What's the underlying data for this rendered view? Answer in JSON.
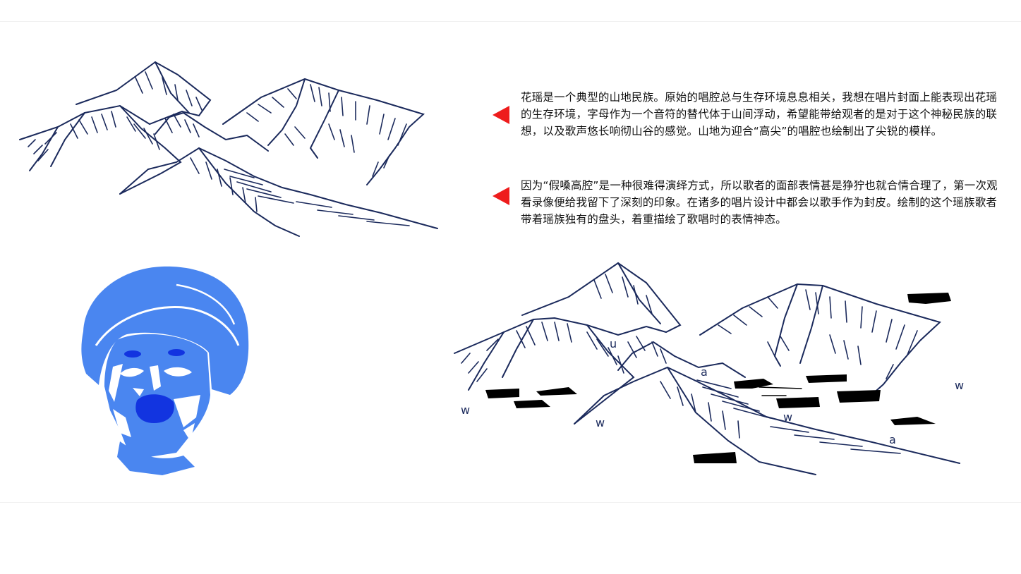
{
  "paragraphs": [
    "花瑶是一个典型的山地民族。原始的唱腔总与生存环境息息相关，我想在唱片封面上能表现出花瑶的生存环境，字母作为一个音符的替代体于山间浮动，希望能带给观者的是对于这个神秘民族的联想，以及歌声悠长响彻山谷的感觉。山地为迎合“高尖”的唱腔也绘制出了尖锐的模样。",
    "因为“假嗓高腔”是一种很难得演绎方式，所以歌者的面部表情甚是狰狞也就合情合理了，第一次观看录像便给我留下了深刻的印象。在诸多的唱片设计中都会以歌手作为封皮。绘制的这个瑶族歌者带着瑶族独有的盘头，着重描绘了歌唱时的表情神态。"
  ],
  "floating_letters": [
    "u",
    "a",
    "w",
    "w",
    "w",
    "w",
    "a"
  ],
  "colors": {
    "line_art": "#1b2a5c",
    "portrait_light": "#4a86f0",
    "portrait_dark": "#1234e0",
    "marker": "#ee1c1c",
    "ink": "#000000"
  },
  "icons": [
    "left-triangle-marker-icon",
    "left-triangle-marker-icon"
  ]
}
